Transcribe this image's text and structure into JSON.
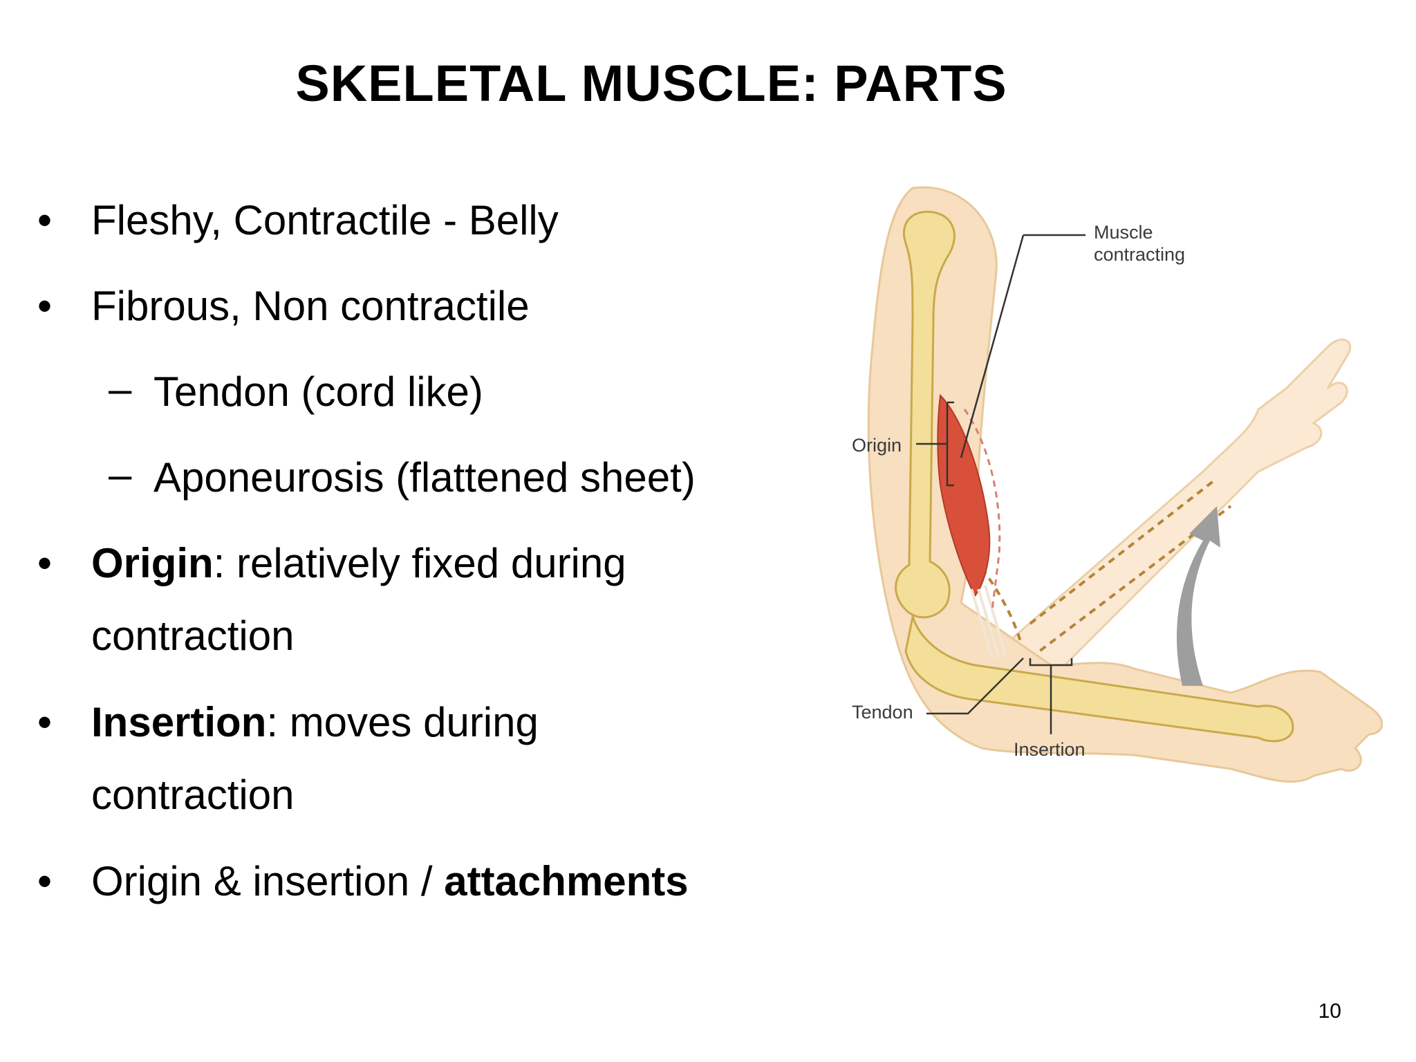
{
  "slide": {
    "title": "SKELETAL MUSCLE: PARTS",
    "page_number": "10"
  },
  "bullets": [
    {
      "level": 1,
      "marker": "•",
      "bold": "",
      "text": "Fleshy, Contractile - Belly"
    },
    {
      "level": 1,
      "marker": "•",
      "bold": "",
      "text": "Fibrous, Non contractile"
    },
    {
      "level": 2,
      "marker": "–",
      "bold": "",
      "text": "Tendon (cord like)"
    },
    {
      "level": 2,
      "marker": "–",
      "bold": "",
      "text": "Aponeurosis (flattened sheet)"
    },
    {
      "level": 1,
      "marker": "•",
      "bold": "Origin",
      "text": ": relatively fixed during"
    },
    {
      "level": 1,
      "marker": "",
      "bold": "",
      "text": "contraction"
    },
    {
      "level": 1,
      "marker": "•",
      "bold": "Insertion",
      "text": ": moves during"
    },
    {
      "level": 1,
      "marker": "",
      "bold": "",
      "text": "contraction"
    },
    {
      "level": 1,
      "marker": "•",
      "bold": "",
      "text": "Origin & insertion / ",
      "bold_end": "attachments"
    }
  ],
  "figure": {
    "labels": {
      "muscle_line1": "Muscle",
      "muscle_line2": "contracting",
      "origin": "Origin",
      "tendon": "Tendon",
      "insertion": "Insertion"
    },
    "colors": {
      "skin": "#f7dfc0",
      "skin_outline": "#e8c89a",
      "bone": "#f3df9a",
      "bone_outline": "#c9a94a",
      "muscle": "#d9503a",
      "dashed": "#b5843a",
      "arrow": "#9e9e9e"
    }
  }
}
